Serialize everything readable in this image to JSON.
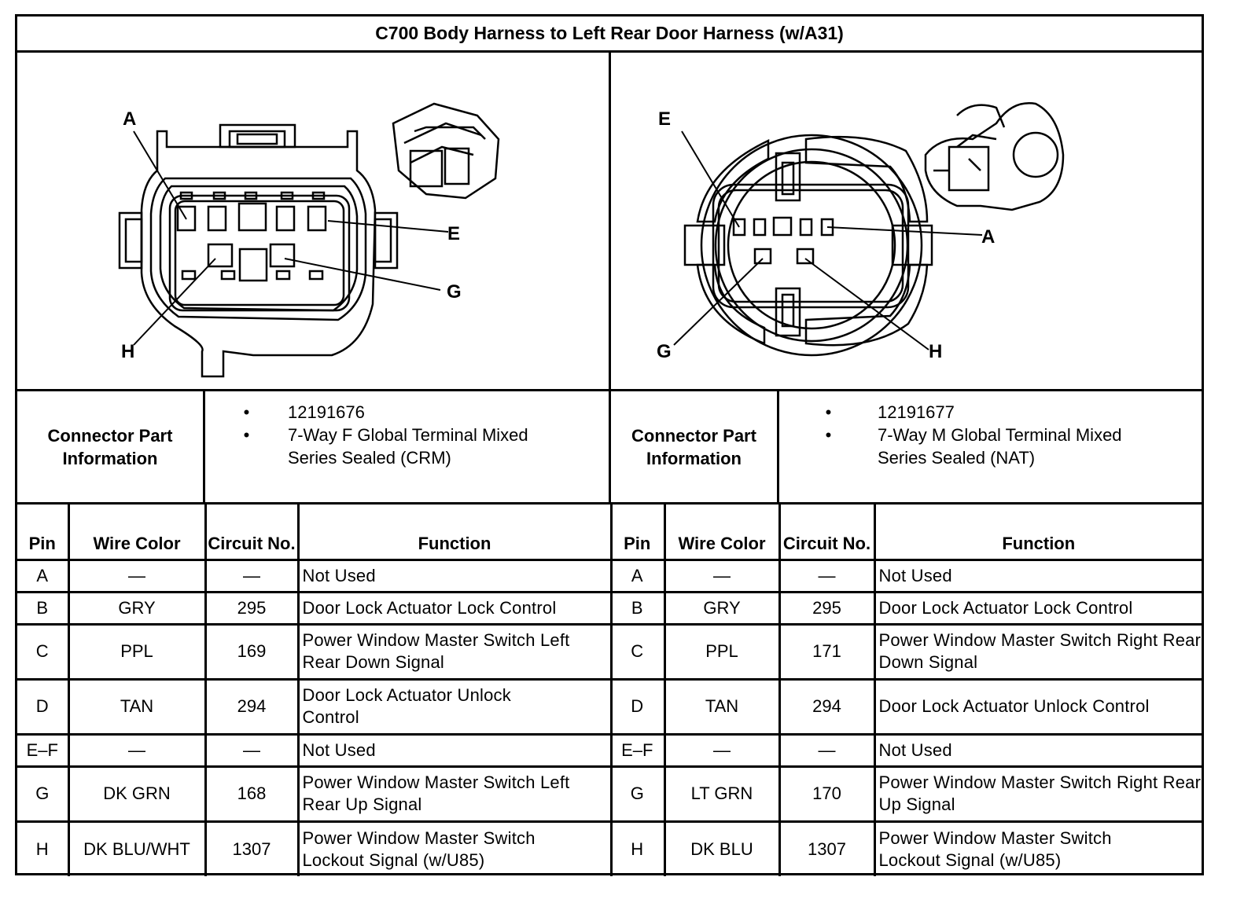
{
  "title": "C700 Body Harness to Left Rear Door Harness (w/A31)",
  "left": {
    "pin_labels": {
      "a": "A",
      "e": "E",
      "g": "G",
      "h": "H"
    },
    "connector_label": "Connector Part Information",
    "part_info": [
      "12191676",
      "7-Way F Global Terminal Mixed Series Sealed (CRM)"
    ],
    "headers": {
      "pin": "Pin",
      "wire_color": "Wire Color",
      "circuit": "Circuit No.",
      "function": "Function"
    },
    "rows": [
      {
        "pin": "A",
        "color": "—",
        "circuit": "—",
        "function": "Not Used"
      },
      {
        "pin": "B",
        "color": "GRY",
        "circuit": "295",
        "function": "Door Lock Actuator Lock Control"
      },
      {
        "pin": "C",
        "color": "PPL",
        "circuit": "169",
        "function": "Power Window Master Switch Left Rear Down Signal"
      },
      {
        "pin": "D",
        "color": "TAN",
        "circuit": "294",
        "function": "Door Lock Actuator Unlock Control"
      },
      {
        "pin": "E–F",
        "color": "—",
        "circuit": "—",
        "function": "Not Used"
      },
      {
        "pin": "G",
        "color": "DK GRN",
        "circuit": "168",
        "function": "Power Window Master Switch Left Rear Up Signal"
      },
      {
        "pin": "H",
        "color": "DK BLU/WHT",
        "circuit": "1307",
        "function": "Power Window Master Switch Lockout Signal (w/U85)"
      }
    ]
  },
  "right": {
    "pin_labels": {
      "a": "A",
      "e": "E",
      "g": "G",
      "h": "H"
    },
    "connector_label": "Connector Part Information",
    "part_info": [
      "12191677",
      "7-Way M Global Terminal Mixed Series Sealed (NAT)"
    ],
    "headers": {
      "pin": "Pin",
      "wire_color": "Wire Color",
      "circuit": "Circuit No.",
      "function": "Function"
    },
    "rows": [
      {
        "pin": "A",
        "color": "—",
        "circuit": "—",
        "function": "Not Used"
      },
      {
        "pin": "B",
        "color": "GRY",
        "circuit": "295",
        "function": "Door Lock Actuator Lock Control"
      },
      {
        "pin": "C",
        "color": "PPL",
        "circuit": "171",
        "function": "Power Window Master Switch Right Rear Down Signal"
      },
      {
        "pin": "D",
        "color": "TAN",
        "circuit": "294",
        "function": "Door Lock Actuator Unlock Control"
      },
      {
        "pin": "E–F",
        "color": "—",
        "circuit": "—",
        "function": "Not Used"
      },
      {
        "pin": "G",
        "color": "LT GRN",
        "circuit": "170",
        "function": "Power Window Master Switch Right Rear Up Signal"
      },
      {
        "pin": "H",
        "color": "DK BLU",
        "circuit": "1307",
        "function": "Power Window Master Switch Lockout Signal (w/U85)"
      }
    ]
  }
}
